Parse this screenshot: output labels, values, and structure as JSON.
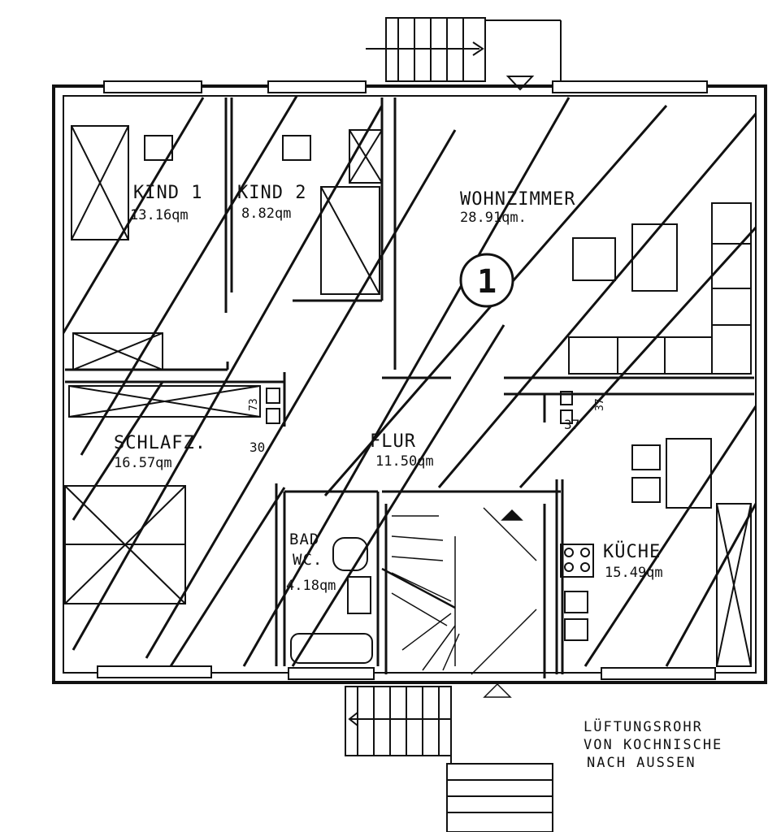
{
  "rooms": {
    "kind1": {
      "name": "KIND 1",
      "area": "13.16qm"
    },
    "kind2": {
      "name": "KIND 2",
      "area": "8.82qm"
    },
    "wohnzimmer": {
      "name": "WOHNZIMMER",
      "area": "28.91qm."
    },
    "schlafz": {
      "name": "SCHLAFZ.",
      "area": "16.57qm"
    },
    "flur": {
      "name": "FLUR",
      "area": "11.50qm"
    },
    "bad": {
      "name_line1": "BAD",
      "name_line2": "WC.",
      "area": "4.18qm"
    },
    "kueche": {
      "name": "KÜCHE",
      "area": "15.49qm"
    }
  },
  "unit_number": "1",
  "dimensions": {
    "d73": "73",
    "d30": "30",
    "d37a": "37",
    "d37b": "37"
  },
  "note": {
    "line1": "LÜFTUNGSROHR",
    "line2": "VON KOCHNISCHE",
    "line3": "NACH AUSSEN"
  },
  "colors": {
    "ink": "#111111",
    "paper": "#ffffff"
  }
}
